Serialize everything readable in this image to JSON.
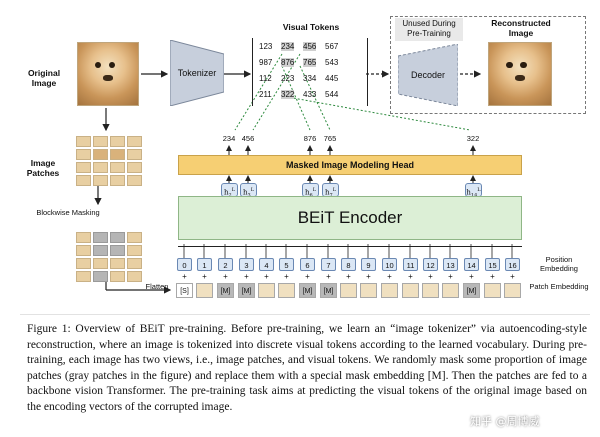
{
  "labels": {
    "original_image": "Original Image",
    "image_patches": "Image Patches",
    "blockwise_masking": "Blockwise Masking",
    "flatten": "Flatten",
    "tokenizer": "Tokenizer",
    "visual_tokens": "Visual Tokens",
    "unused_during_pretraining": "Unused During Pre-Training",
    "decoder": "Decoder",
    "reconstructed_image": "Reconstructed Image",
    "mim_head": "Masked Image Modeling Head",
    "encoder": "BEiT Encoder",
    "position_embedding": "Position Embedding",
    "patch_embedding": "Patch Embedding"
  },
  "visual_tokens": [
    [
      "123",
      "234",
      "456",
      "567"
    ],
    [
      "987",
      "876",
      "765",
      "543"
    ],
    [
      "112",
      "223",
      "334",
      "445"
    ],
    [
      "211",
      "322",
      "433",
      "544"
    ]
  ],
  "predicted_tokens": [
    "234",
    "456",
    "876",
    "765",
    "322"
  ],
  "hidden_states": [
    "h2L",
    "h3L",
    "h6L",
    "h7L",
    "h14L"
  ],
  "positions": [
    "0",
    "1",
    "2",
    "3",
    "4",
    "5",
    "6",
    "7",
    "8",
    "9",
    "10",
    "11",
    "12",
    "13",
    "14",
    "15",
    "16"
  ],
  "sequence": [
    "[S]",
    "",
    "[M]",
    "[M]",
    "",
    "",
    "[M]",
    "[M]",
    "",
    "",
    "",
    "",
    "",
    "",
    "[M]",
    "",
    ""
  ],
  "caption": {
    "figure": "Figure 1:",
    "title": "Overview of BEiT pre-training.",
    "body": " Before pre-training, we learn an “image tokenizer” via autoencoding-style reconstruction, where an image is tokenized into discrete visual tokens according to the learned vocabulary. During pre-training, each image has two views, i.e., image patches, and visual tokens. We randomly mask some proportion of image patches (gray patches in the figure) and replace them with a special mask embedding [M]. Then the patches are fed to a backbone vision Transformer. The pre-training task aims at predicting the visual tokens of the original image based on the encoding vectors of the corrupted image."
  },
  "watermark": "知乎 @周博威",
  "colors": {
    "mim_head": "#f6cf73",
    "encoder": "#dcefd6",
    "tokenizer": "#c7cfdc",
    "position_box": "#dbe7f5",
    "mask_grey": "#b5b5b5"
  }
}
